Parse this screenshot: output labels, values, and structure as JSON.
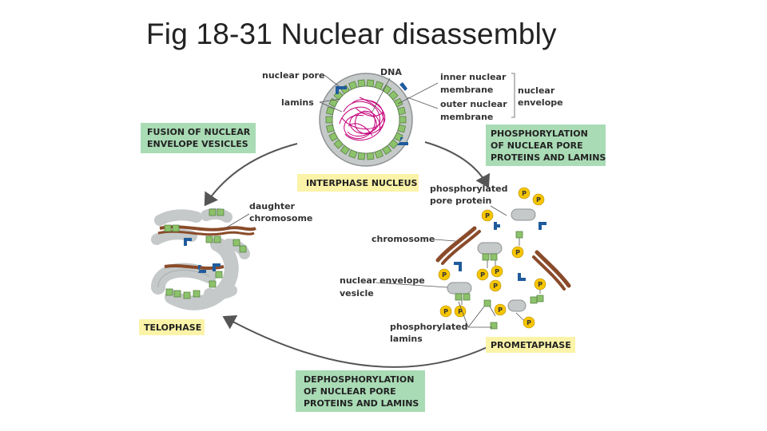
{
  "title": "Fig 18-31 Nuclear disassembly",
  "colors": {
    "green_box": "#a9dbb5",
    "yellow_box": "#fbf3a8",
    "membrane_gray": "#c5c9c9",
    "lamin_green": "#8dc26c",
    "pore_blue": "#1f5b9c",
    "chromosome_brown": "#8a4b2a",
    "dna_magenta": "#c4007a",
    "phosphate_yellow": "#f6c500"
  },
  "labels": {
    "nuclear_pore": "nuclear pore",
    "dna": "DNA",
    "lamins": "lamins",
    "inner_nuclear_membrane_1": "inner nuclear",
    "inner_nuclear_membrane_2": "membrane",
    "outer_nuclear_membrane_1": "outer nuclear",
    "outer_nuclear_membrane_2": "membrane",
    "nuclear_envelope_1": "nuclear",
    "nuclear_envelope_2": "envelope",
    "daughter_chromosome_1": "daughter",
    "daughter_chromosome_2": "chromosome",
    "phosphorylated_pore_protein_1": "phosphorylated",
    "phosphorylated_pore_protein_2": "pore protein",
    "chromosome": "chromosome",
    "nuclear_envelope_vesicle_1": "nuclear envelope",
    "nuclear_envelope_vesicle_2": "vesicle",
    "phosphorylated_lamins_1": "phosphorylated",
    "phosphorylated_lamins_2": "lamins",
    "phosphate": "P"
  },
  "boxes": {
    "fusion": [
      "FUSION OF NUCLEAR",
      "ENVELOPE VESICLES"
    ],
    "phosphorylation": [
      "PHOSPHORYLATION",
      "OF NUCLEAR PORE",
      "PROTEINS AND LAMINS"
    ],
    "interphase": "INTERPHASE NUCLEUS",
    "telophase": "TELOPHASE",
    "prometaphase": "PROMETAPHASE",
    "dephosphorylation": [
      "DEPHOSPHORYLATION",
      "OF NUCLEAR PORE",
      "PROTEINS AND LAMINS"
    ]
  }
}
